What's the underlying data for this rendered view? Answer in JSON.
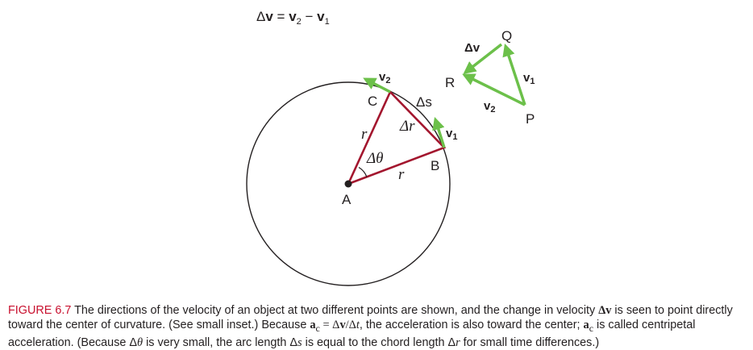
{
  "colors": {
    "velocity_arrow": "#6cc04a",
    "triangle": "#a3162e",
    "circle": "#231f20",
    "caption_label": "#c8102e"
  },
  "equation": {
    "delta": "Δ",
    "v": "v",
    "equals": " = ",
    "v2": "v",
    "v2_sub": "2",
    "minus": " − ",
    "v1": "v",
    "v1_sub": "1"
  },
  "labels": {
    "A": "A",
    "B": "B",
    "C": "C",
    "P": "P",
    "Q": "Q",
    "R": "R",
    "r_left": "r",
    "r_bottom": "r",
    "delta_r": "Δr",
    "delta_theta": "Δθ",
    "delta_s": "Δs",
    "v1_circle": "v",
    "v1_circle_sub": "1",
    "v2_circle": "v",
    "v2_circle_sub": "2",
    "inset_dv": "Δv",
    "inset_v1": "v",
    "inset_v1_sub": "1",
    "inset_v2": "v",
    "inset_v2_sub": "2"
  },
  "caption": {
    "label": "FIGURE 6.7",
    "text_1": " The directions of the velocity of an object at two different points are shown, and the change in velocity ",
    "dv_1": "Δv",
    "text_2": " is seen to point directly toward the center of curvature. (See small inset.) Because ",
    "ac_1": "a",
    "ac_1_sub": "c",
    "eq_mid": " = Δ",
    "eq_v": "v",
    "eq_slash": "/Δ",
    "eq_t": "t",
    "text_3": ", the acceleration is also toward the center; ",
    "ac_2": "a",
    "ac_2_sub": "c",
    "text_4": " is called centripetal acceleration. (Because Δ",
    "theta": "θ",
    "text_5": " is very small, the arc length Δ",
    "s": "s",
    "text_6": " is equal to the chord length Δ",
    "r": "r",
    "text_7": " for small time differences.)"
  }
}
